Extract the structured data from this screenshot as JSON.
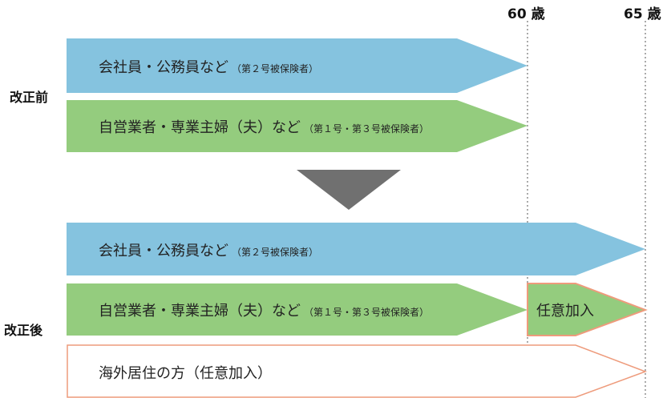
{
  "ages": {
    "a60": "60 歳",
    "a65": "65 歳"
  },
  "side_labels": {
    "before": "改正前",
    "after": "改正後"
  },
  "rows": {
    "before_employee": {
      "main": "会社員・公務員など",
      "sub": "（第２号被保険者）"
    },
    "before_self": {
      "main": "自営業者・専業主婦（夫）など",
      "sub": "（第１号・第３号被保険者）"
    },
    "after_employee": {
      "main": "会社員・公務員など",
      "sub": "（第２号被保険者）"
    },
    "after_self": {
      "main": "自営業者・専業主婦（夫）など",
      "sub": "（第１号・第３号被保険者）"
    },
    "after_optional": {
      "main": "任意加入"
    },
    "after_overseas": {
      "main": "海外居住の方（任意加入）"
    }
  },
  "colors": {
    "blue": "#85c3df",
    "green": "#94cc7e",
    "orange_outline": "#ee9b7c",
    "arrow_gray": "#707070",
    "dotted_line": "#555555"
  }
}
